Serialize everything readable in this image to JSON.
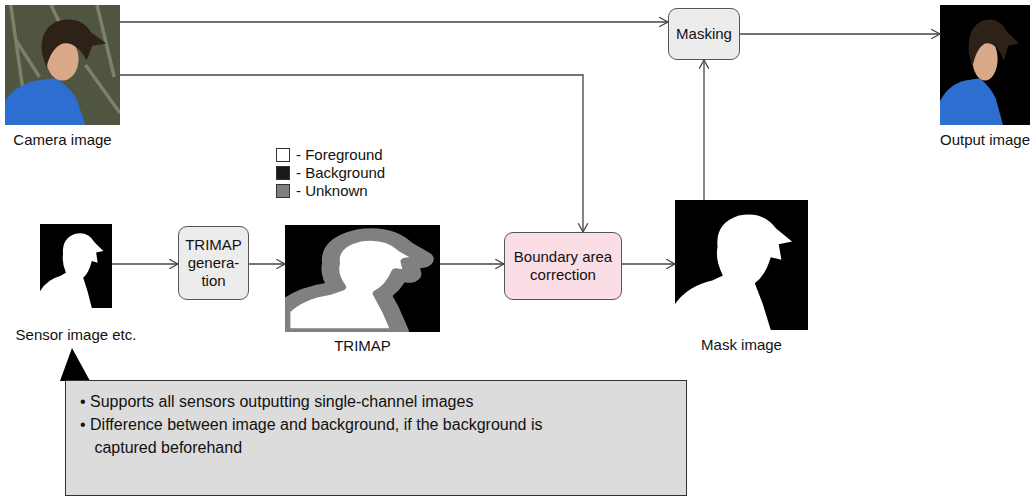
{
  "diagram": {
    "nodes": [
      {
        "text": [
          "Camera image"
        ]
      },
      {
        "text": [
          "Masking"
        ]
      },
      {
        "text": [
          "Output image"
        ]
      },
      {
        "text": [
          "Sensor image etc."
        ]
      },
      {
        "text": [
          "TRIMAP genera- tion"
        ]
      },
      {
        "text": [
          "TRIMAP"
        ]
      },
      {
        "text": [
          "Boundary area correction"
        ]
      },
      {
        "text": [
          "Mask image"
        ]
      },
      {
        "text": [
          "• Supports all sensors outputting single-channel images",
          "• Difference between image and background, if the background is captured beforehand"
        ]
      }
    ],
    "edges": [
      {
        "from": 0,
        "to": 1,
        "arrow": "to"
      },
      {
        "from": 0,
        "to": 6,
        "arrow": "to"
      },
      {
        "from": 1,
        "to": 2,
        "arrow": "to"
      },
      {
        "from": 3,
        "to": 4,
        "arrow": "to"
      },
      {
        "from": 4,
        "to": 5,
        "arrow": "to"
      },
      {
        "from": 5,
        "to": 6,
        "arrow": "to"
      },
      {
        "from": 6,
        "to": 7,
        "arrow": "to"
      },
      {
        "from": 7,
        "to": 1,
        "arrow": "to"
      },
      {
        "from": 8,
        "to": 3,
        "arrow": "none"
      }
    ],
    "legend": [
      {
        "text": "- Foreground",
        "color": "#ffffff"
      },
      {
        "text": "- Background",
        "color": "#1a1a1a"
      },
      {
        "text": "- Unknown",
        "color": "#808080"
      }
    ]
  }
}
